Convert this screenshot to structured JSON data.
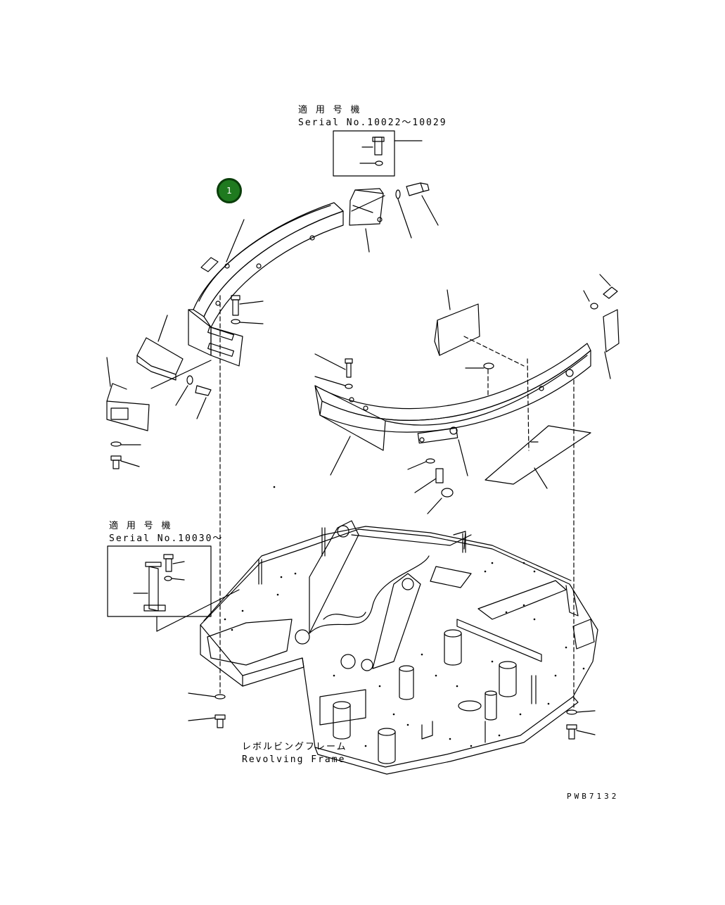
{
  "callout": {
    "number": "1",
    "fill_color": "#1f7a1f"
  },
  "labels": {
    "serial_top_jp": "適 用 号 機",
    "serial_top_en": "Serial No.10022～10029",
    "serial_bottom_jp": "適 用 号 機",
    "serial_bottom_en": "Serial No.10030～",
    "frame_jp": "レボルビングフレーム",
    "frame_en": "Revolving Frame",
    "drawing_code": "PWB7132"
  }
}
